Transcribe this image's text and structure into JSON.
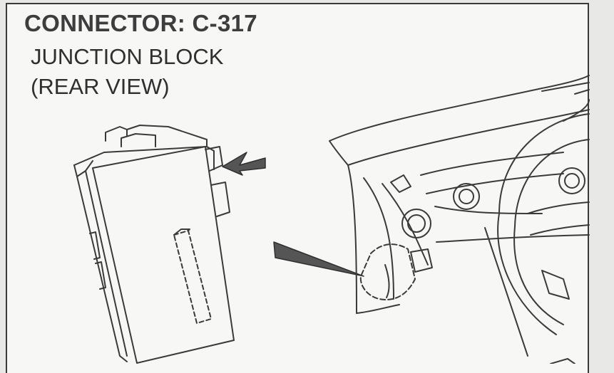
{
  "header": {
    "title": "CONNECTOR: C-317",
    "subtitle_line1": "JUNCTION BLOCK",
    "subtitle_line2": "(REAR VIEW)"
  },
  "colors": {
    "line": "#3a3a3a",
    "paper": "#f7f7f5",
    "arrow": "#555555"
  }
}
